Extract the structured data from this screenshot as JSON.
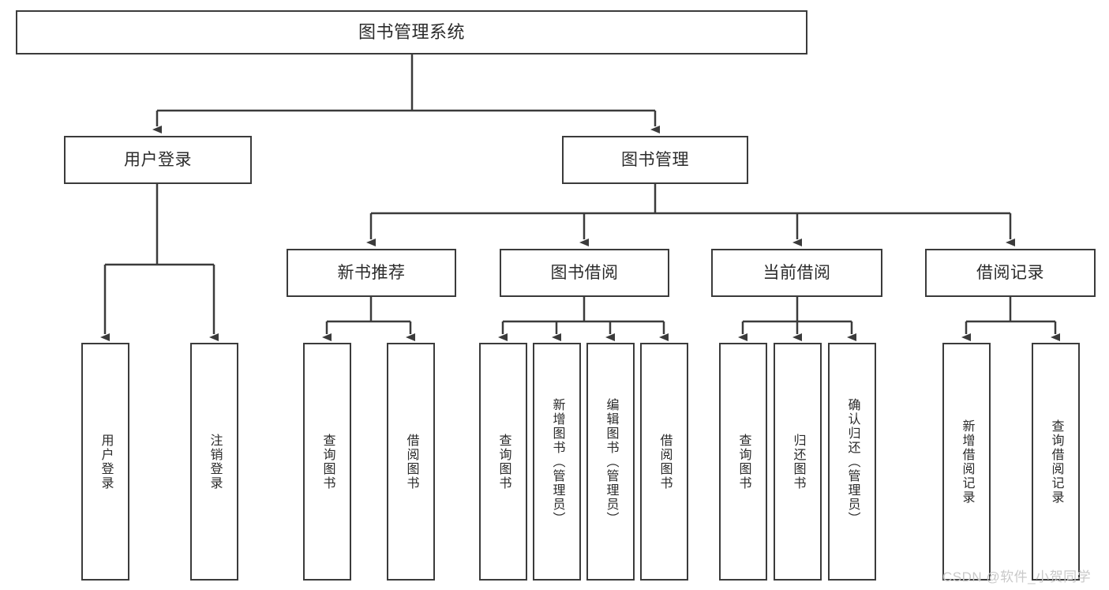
{
  "diagram": {
    "title": "图书管理系统",
    "type": "tree-hierarchy-chart",
    "root": {
      "label": "图书管理系统"
    },
    "level1": [
      {
        "label": "用户登录"
      },
      {
        "label": "图书管理"
      }
    ],
    "level2": [
      {
        "label": "新书推荐"
      },
      {
        "label": "图书借阅"
      },
      {
        "label": "当前借阅"
      },
      {
        "label": "借阅记录"
      }
    ],
    "leaves": {
      "user_login": [
        {
          "label": "用户登录"
        },
        {
          "label": "注销登录"
        }
      ],
      "new_book_recommend": [
        {
          "label": "查询图书"
        },
        {
          "label": "借阅图书"
        }
      ],
      "book_borrow": [
        {
          "label": "查询图书"
        },
        {
          "label": "新增图书（管理员）"
        },
        {
          "label": "编辑图书（管理员）"
        },
        {
          "label": "借阅图书"
        }
      ],
      "current_borrow": [
        {
          "label": "查询图书"
        },
        {
          "label": "归还图书"
        },
        {
          "label": "确认归还（管理员）"
        }
      ],
      "borrow_record": [
        {
          "label": "新增借阅记录"
        },
        {
          "label": "查询借阅记录"
        }
      ]
    }
  },
  "watermark": {
    "text": "CSDN @软件_小贺同学"
  },
  "colors": {
    "stroke": "#3b3b3b",
    "text": "#2b2b2b",
    "background": "#ffffff",
    "watermark": "#c9c9c9"
  }
}
